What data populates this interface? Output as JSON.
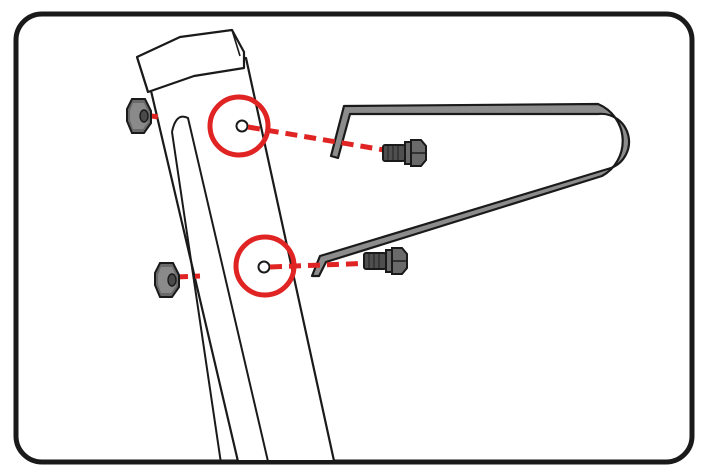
{
  "diagram": {
    "kind": "assembly-instruction",
    "text_labels": [],
    "colors": {
      "outline": "#1a1a1a",
      "background": "#ffffff",
      "frame_fill": "#ffffff",
      "bracket_fill": "#8c8c8c",
      "hardware_fill": "#5a5a5a",
      "hardware_light": "#8a8a8a",
      "highlight": "#e02424"
    },
    "parts": [
      {
        "name": "upright-tube",
        "description_shown": false
      },
      {
        "name": "end-cap"
      },
      {
        "name": "u-bracket"
      },
      {
        "name": "bolt",
        "count": 2
      },
      {
        "name": "hex-nut",
        "count": 2
      },
      {
        "name": "highlight-circle",
        "count": 2
      }
    ],
    "icons": [
      "hex-nut-icon",
      "bolt-icon",
      "highlight-circle-icon"
    ]
  }
}
